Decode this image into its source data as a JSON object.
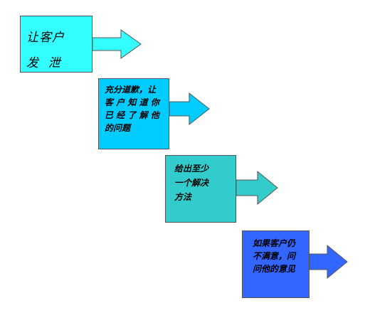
{
  "steps": [
    {
      "lines": [
        "让客户",
        "发  泄"
      ],
      "color": "#33ffff",
      "arrow_color": "#33ffff"
    },
    {
      "lines": [
        "充分道歉，让",
        "客 户 知 道 你",
        "已 经 了 解 他",
        "的问题"
      ],
      "color": "#00ccff",
      "arrow_color": "#00ccff"
    },
    {
      "lines": [
        "给出至少",
        "一个解决",
        "方法"
      ],
      "color": "#33cccc",
      "arrow_color": "#33cccc"
    },
    {
      "lines": [
        "如果客户仍",
        "不满意，问",
        "问他的意见"
      ],
      "color": "#3366ff",
      "arrow_color": "#3366ff"
    }
  ],
  "border_color": "#555555"
}
